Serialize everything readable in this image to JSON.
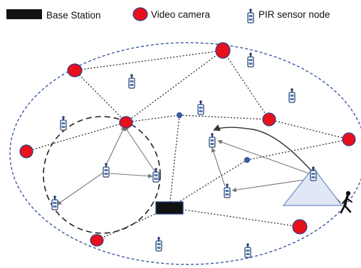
{
  "legend": {
    "base_station": "Base Station",
    "video_camera": "Video camera",
    "pir_sensor": "PIR sensor node"
  },
  "colors": {
    "camera_fill": "#e8101a",
    "camera_stroke": "#2a3f8f",
    "base_station_fill": "#121212",
    "base_station_stroke": "#1f3c88",
    "sensor_body": "#4f7ab8",
    "sensor_dark": "#27406f",
    "relay_fill": "#3a5fa8",
    "boundary": "#3b5aa0",
    "cone_fill": "#dfe8f4",
    "cone_stroke": "#6d8cc4",
    "dashed_link": "#222222",
    "arrow_link": "#777777"
  },
  "icons": {
    "base_station": "base-station-icon",
    "video_camera": "video-camera-icon",
    "pir_sensor": "pir-sensor-icon",
    "intruder": "walking-person-icon"
  }
}
